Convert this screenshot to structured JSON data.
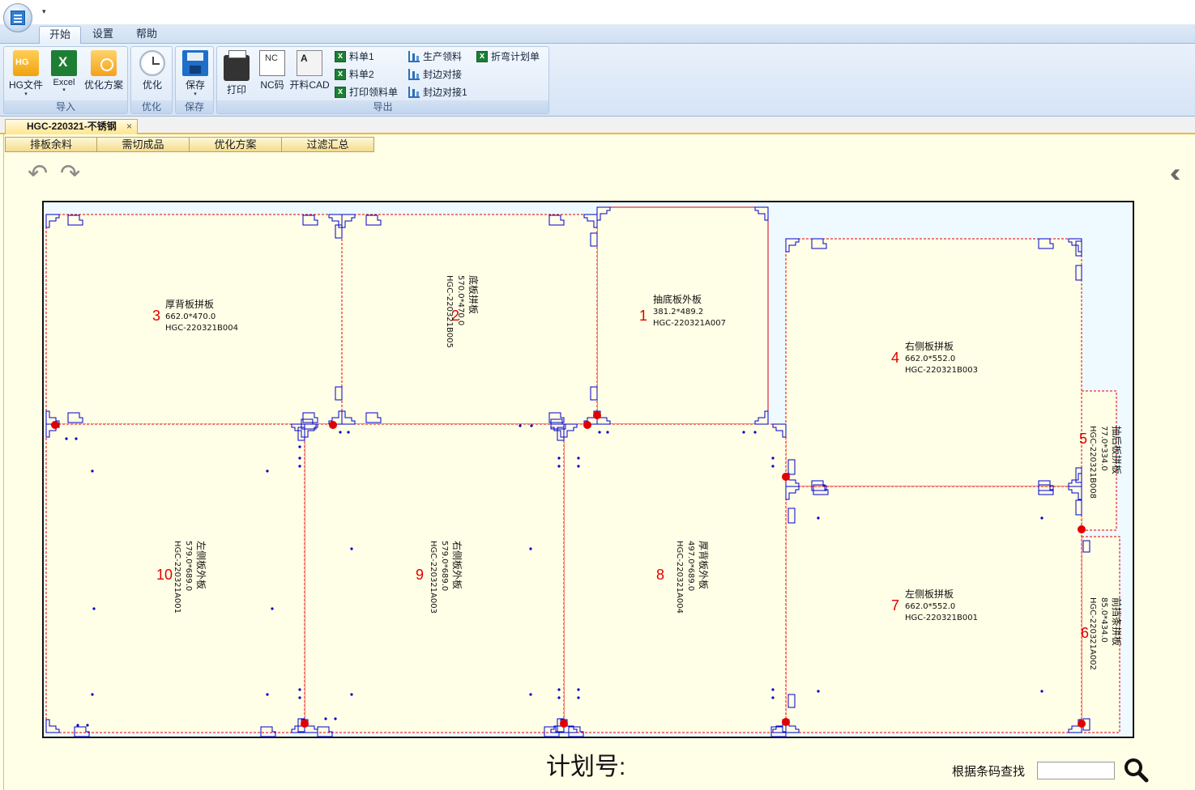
{
  "ribbon": {
    "tabs": [
      {
        "label": "开始",
        "active": true
      },
      {
        "label": "设置",
        "active": false
      },
      {
        "label": "帮助",
        "active": false
      }
    ],
    "groups": {
      "import": {
        "label": "导入",
        "buttons": [
          {
            "label": "HG文件",
            "icon": "hg-file-icon"
          },
          {
            "label": "Excel",
            "icon": "excel-icon"
          },
          {
            "label": "优化方案",
            "icon": "optimize-plan-icon"
          }
        ]
      },
      "optimize": {
        "label": "优化",
        "button": "优化"
      },
      "save": {
        "label": "保存",
        "button": "保存"
      },
      "export": {
        "label": "导出",
        "big_buttons": [
          "打印",
          "NC码",
          "开料CAD"
        ],
        "small_buttons": [
          "料单1",
          "料单2",
          "打印领料单",
          "生产领料",
          "封边对接",
          "封边对接1",
          "折弯计划单"
        ]
      }
    }
  },
  "document_tab": {
    "label": "HGC-220321-不锈钢",
    "close": "×"
  },
  "view_tabs": [
    "排板余料",
    "需切成品",
    "优化方案",
    "过滤汇总"
  ],
  "colors": {
    "panel_fill": "#fffee6",
    "sheet_fill": "#eefaff",
    "cut_line": "#e00000",
    "feature_line": "#0000cc",
    "accent_tab": "#f0b830"
  },
  "sheet": {
    "parts": [
      {
        "index": "1",
        "name": "抽底板外板",
        "size": "381.2*489.2",
        "code": "HGC-220321A007",
        "rotated": false
      },
      {
        "index": "2",
        "name": "底板拼板",
        "size": "570.0*470.0",
        "code": "HGC-220321B005",
        "rotated": true
      },
      {
        "index": "3",
        "name": "厚背板拼板",
        "size": "662.0*470.0",
        "code": "HGC-220321B004",
        "rotated": false
      },
      {
        "index": "4",
        "name": "右侧板拼板",
        "size": "662.0*552.0",
        "code": "HGC-220321B003",
        "rotated": false
      },
      {
        "index": "5",
        "name": "抽后板拼板",
        "size": "77.0*334.0",
        "code": "HGC-220321B008",
        "rotated": true
      },
      {
        "index": "6",
        "name": "前挡条拼板",
        "size": "85.0*434.0",
        "code": "HGC-220321A002",
        "rotated": true
      },
      {
        "index": "7",
        "name": "左侧板拼板",
        "size": "662.0*552.0",
        "code": "HGC-220321B001",
        "rotated": false
      },
      {
        "index": "8",
        "name": "厚背板外板",
        "size": "497.0*689.0",
        "code": "HGC-220321A004",
        "rotated": true
      },
      {
        "index": "9",
        "name": "右侧板外板",
        "size": "579.0*689.0",
        "code": "HGC-220321A003",
        "rotated": true
      },
      {
        "index": "10",
        "name": "左侧板外板",
        "size": "579.0*689.0",
        "code": "HGC-220321A001",
        "rotated": true
      }
    ]
  },
  "footer": {
    "plan_label": "计划号:",
    "barcode_search_label": "根据条码查找",
    "barcode_input_value": ""
  }
}
